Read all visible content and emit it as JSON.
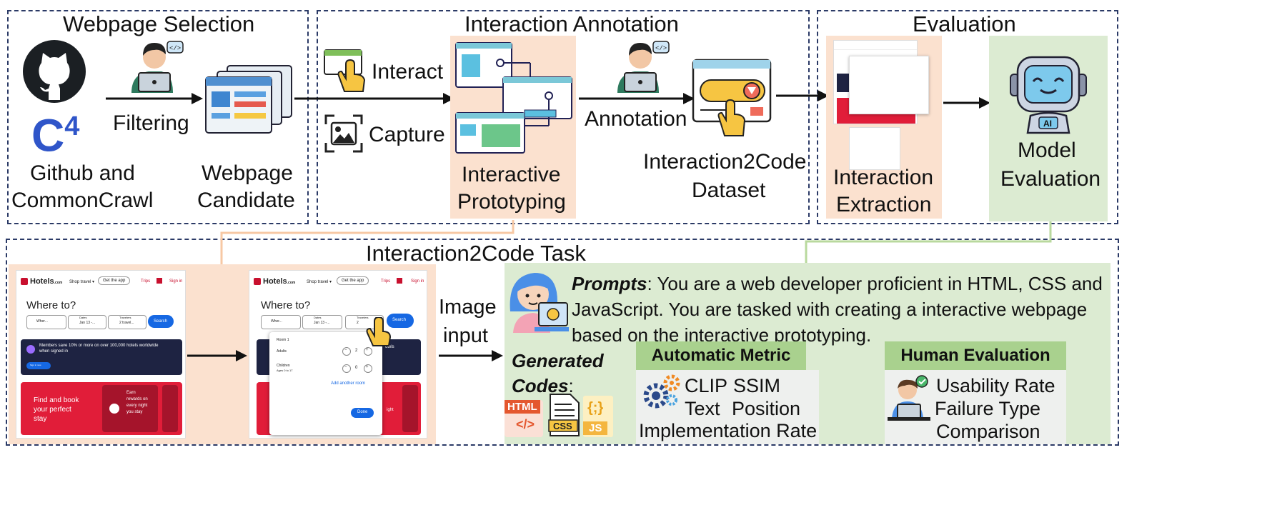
{
  "sections": {
    "webpage_selection": "Webpage Selection",
    "interaction_annotation": "Interaction Annotation",
    "evaluation": "Evaluation",
    "task": "Interaction2Code Task"
  },
  "labels": {
    "github": "Github and",
    "commoncrawl": "CommonCrawl",
    "filtering": "Filtering",
    "candidate_1": "Webpage",
    "candidate_2": "Candidate",
    "interact": "Interact",
    "capture": "Capture",
    "prototyping_1": "Interactive",
    "prototyping_2": "Prototyping",
    "annotation": "Annotation",
    "dataset_1": "Interaction2Code",
    "dataset_2": "Dataset",
    "extraction_1": "Interaction",
    "extraction_2": "Extraction",
    "model_1": "Model",
    "model_2": "Evaluation",
    "c4": "C",
    "c4_sup": "4",
    "ai": "AI",
    "image_input_1": "Image",
    "image_input_2": "input"
  },
  "mock": {
    "brand": "Hotels",
    "brand_suffix": ".com",
    "shop": "Shop travel ▾",
    "get_app": "Get the app",
    "trips": "Trips",
    "signin": "Sign in",
    "where": "Where to?",
    "where_ph": "Wher...",
    "dates_label": "Dates",
    "dates": "Jan 13 -...",
    "travelers_label": "Travelers",
    "travelers": "2 travel...",
    "travelers_short": "2",
    "search": "Search",
    "member": "Members save 10% or more on over 100,000 hotels worldwide when signed in",
    "members_short": "otels",
    "signin_btn": "Sign in now",
    "find_1": "Find and book",
    "find_2": "your perfect",
    "find_3": "stay",
    "earn_1": "Earn",
    "earn_2": "rewards on",
    "earn_3": "every night",
    "earn_4": "you stay",
    "earn_short": "ight",
    "room": "Room 1",
    "adults": "Adults",
    "adults_n": "2",
    "children": "Children",
    "ages": "Ages 0 to 17",
    "children_n": "0",
    "minus": "−",
    "plus": "+",
    "add_room": "Add another room",
    "done": "Done"
  },
  "prompt": {
    "label": "Prompts",
    "text": ": You are a web developer proficient in HTML, CSS and JavaScript. You are tasked with creating a interactive webpage based on the interactive prototyping."
  },
  "generated": {
    "line1": "Generated",
    "line2": "Codes",
    "colon": ":",
    "html": "HTML",
    "html_sym": "</>",
    "css": "CSS",
    "js_sym": "{;}",
    "js": "JS"
  },
  "auto": {
    "header": "Automatic Metric",
    "clip": "CLIP",
    "ssim": "SSIM",
    "text": "Text",
    "position": "Position",
    "impl": "Implementation Rate"
  },
  "human": {
    "header": "Human Evaluation",
    "usability": "Usability Rate",
    "failure": "Failure Type",
    "comparison": "Comparison"
  },
  "colors": {
    "peach": "#fbe1cf",
    "green": "#dcebd2",
    "header_green": "#a9d18e",
    "dash": "#2b3a66",
    "brand_red": "#c8102e",
    "navy": "#1e2342",
    "blue_btn": "#1668e3"
  }
}
